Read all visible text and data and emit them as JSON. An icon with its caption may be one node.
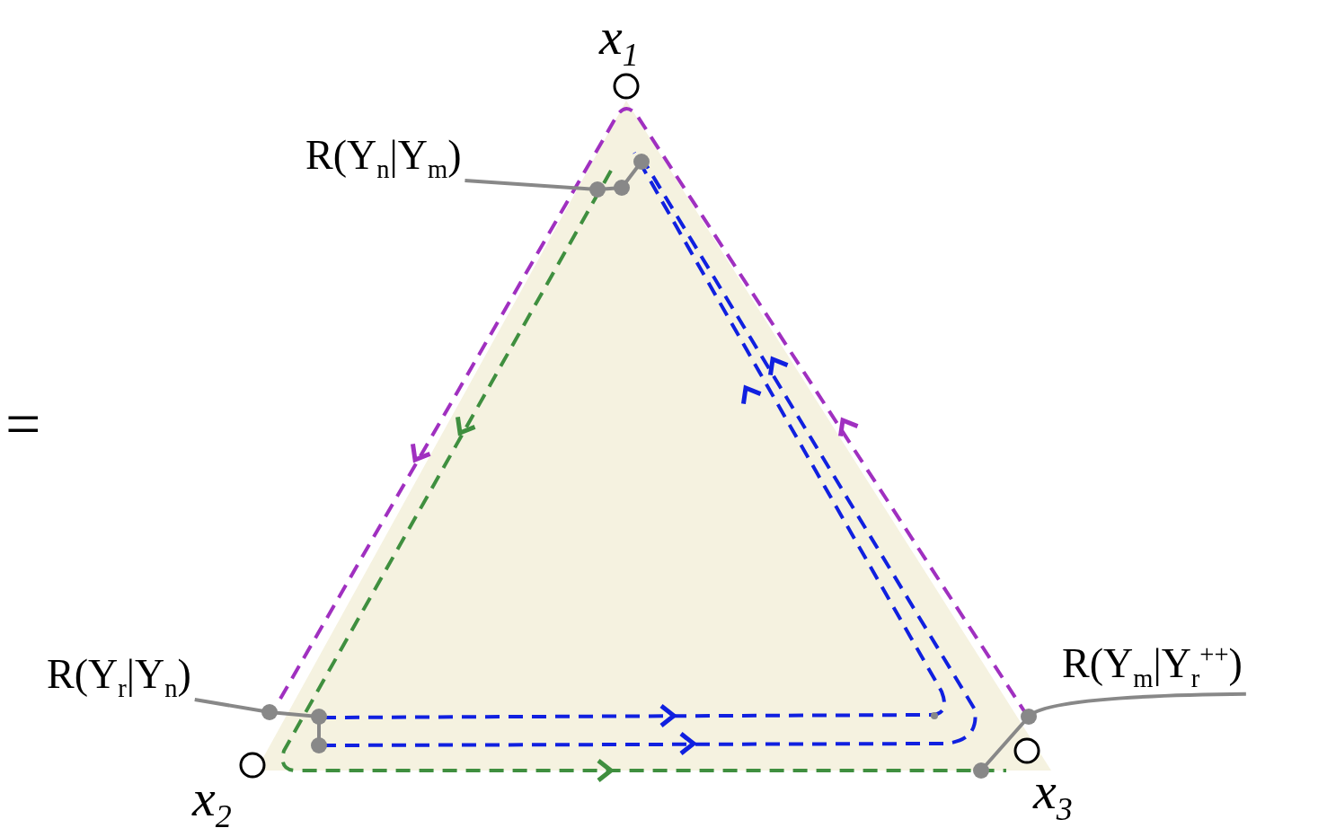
{
  "diagram": {
    "nodes": [
      {
        "text": [
          "x$_{1}$"
        ]
      },
      {
        "text": [
          "x$_{2}$"
        ]
      },
      {
        "text": [
          "x$_{3}$"
        ]
      },
      {
        "text": [
          "R(Y$_{n}$|Y$_{m}$)"
        ]
      },
      {
        "text": [
          "R(Y$_{r}$|Y$_{n}$)"
        ]
      },
      {
        "text": [
          "R(Y$_{m}$|Y$_{r}$$^{++}$)"
        ]
      }
    ],
    "edges": [
      {
        "from": 3,
        "to": null,
        "arrow": "other"
      },
      {
        "from": 4,
        "to": null,
        "arrow": "other"
      },
      {
        "from": 5,
        "to": null,
        "arrow": "other"
      }
    ],
    "labels": [
      "="
    ]
  }
}
